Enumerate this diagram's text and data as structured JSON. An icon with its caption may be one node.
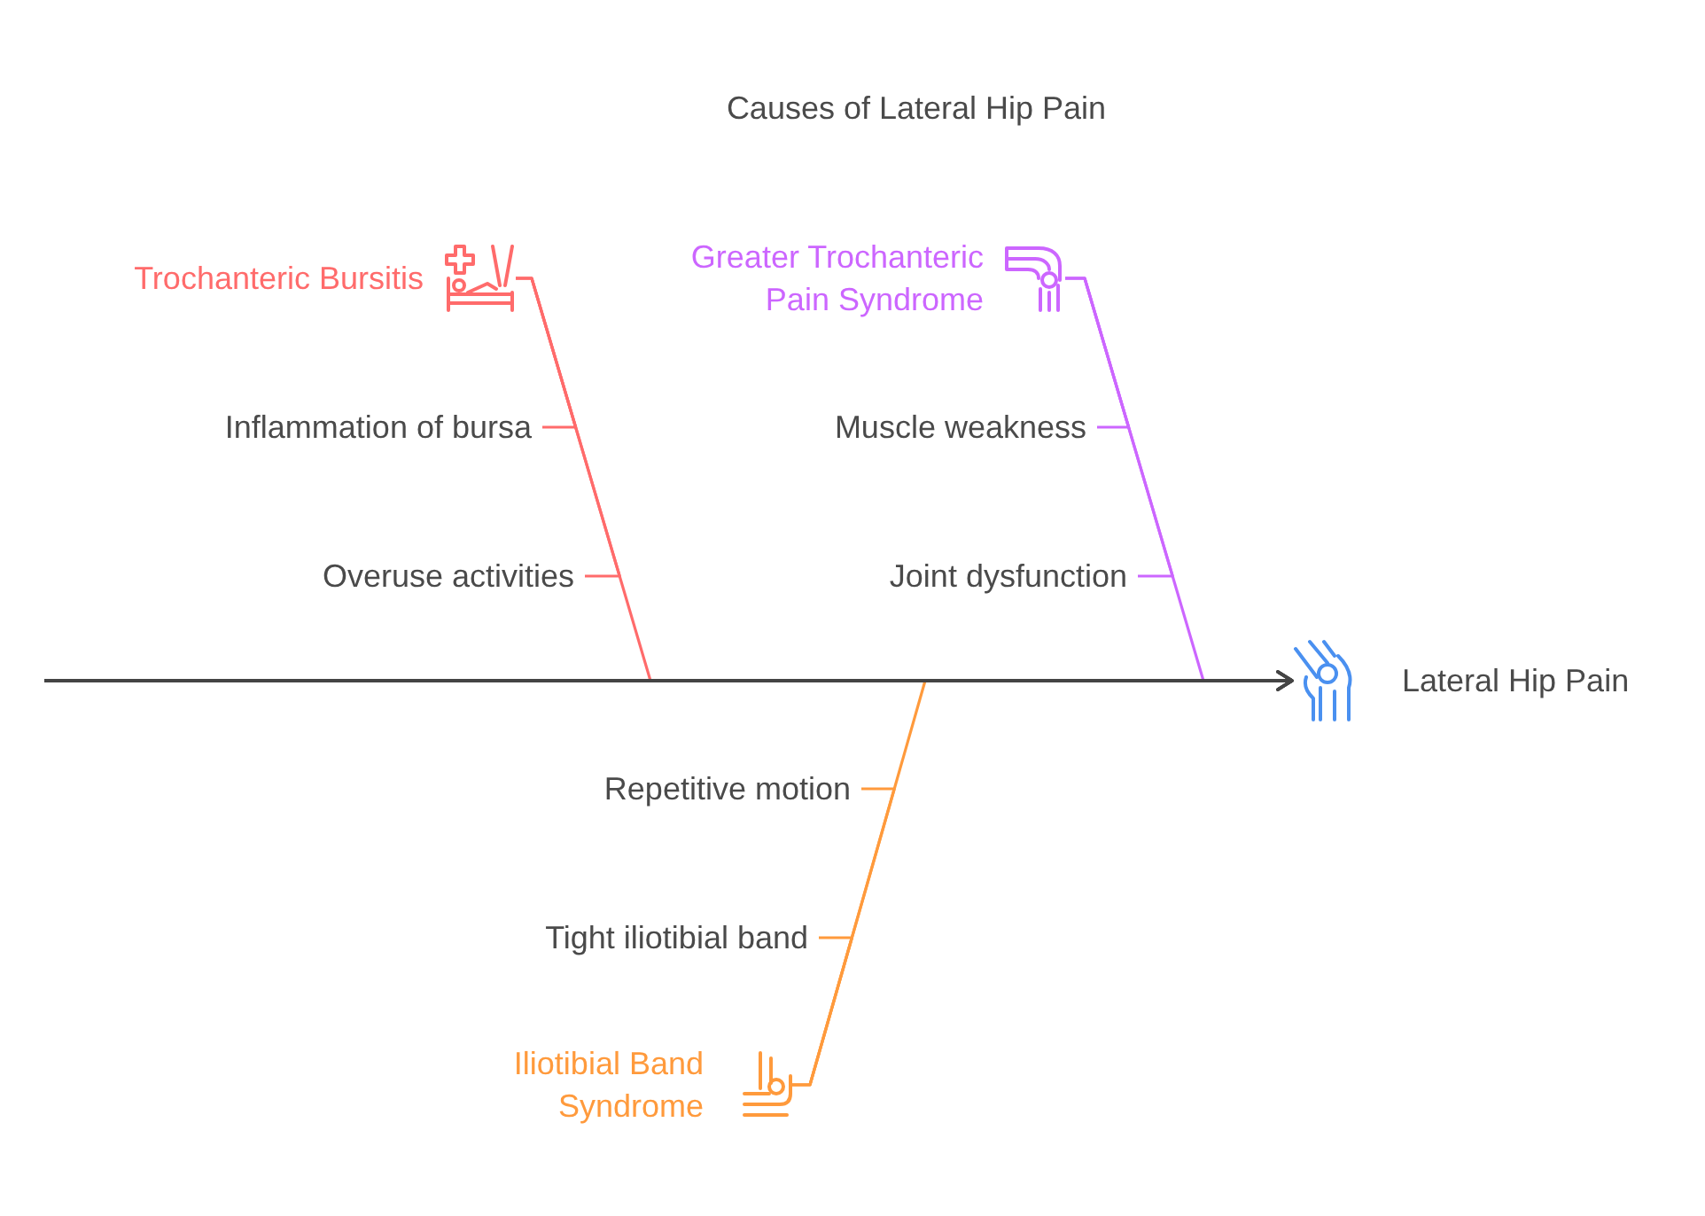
{
  "diagram": {
    "title": "Causes of Lateral Hip Pain",
    "nodes": [
      {
        "text": [
          "Trochanteric Bursitis"
        ]
      },
      {
        "text": [
          "Inflammation of bursa"
        ]
      },
      {
        "text": [
          "Overuse activities"
        ]
      },
      {
        "text": [
          "Greater Trochanteric Pain Syndrome"
        ]
      },
      {
        "text": [
          "Muscle weakness"
        ]
      },
      {
        "text": [
          "Joint dysfunction"
        ]
      },
      {
        "text": [
          "Lateral Hip Pain"
        ]
      },
      {
        "text": [
          "Repetitive motion"
        ]
      },
      {
        "text": [
          "Tight iliotibial band"
        ]
      },
      {
        "text": [
          "Iliotibial Band Syndrome"
        ]
      }
    ],
    "edges": [
      {
        "from": null,
        "to": 6,
        "arrow": "to",
        "color": "#444444"
      },
      {
        "from": 0,
        "to": 6,
        "arrow": "to",
        "color": "#ff6b6b"
      },
      {
        "from": 1,
        "to": 0,
        "arrow": "none",
        "color": "#ff6b6b"
      },
      {
        "from": 2,
        "to": 0,
        "arrow": "none",
        "color": "#ff6b6b"
      },
      {
        "from": 3,
        "to": 6,
        "arrow": "to",
        "color": "#cc66ff"
      },
      {
        "from": 4,
        "to": 3,
        "arrow": "none",
        "color": "#cc66ff"
      },
      {
        "from": 5,
        "to": 3,
        "arrow": "none",
        "color": "#cc66ff"
      },
      {
        "from": 9,
        "to": 6,
        "arrow": "to",
        "color": "#ff9a3c"
      },
      {
        "from": 7,
        "to": 9,
        "arrow": "none",
        "color": "#ff9a3c"
      },
      {
        "from": 8,
        "to": 9,
        "arrow": "none",
        "color": "#ff9a3c"
      }
    ]
  }
}
